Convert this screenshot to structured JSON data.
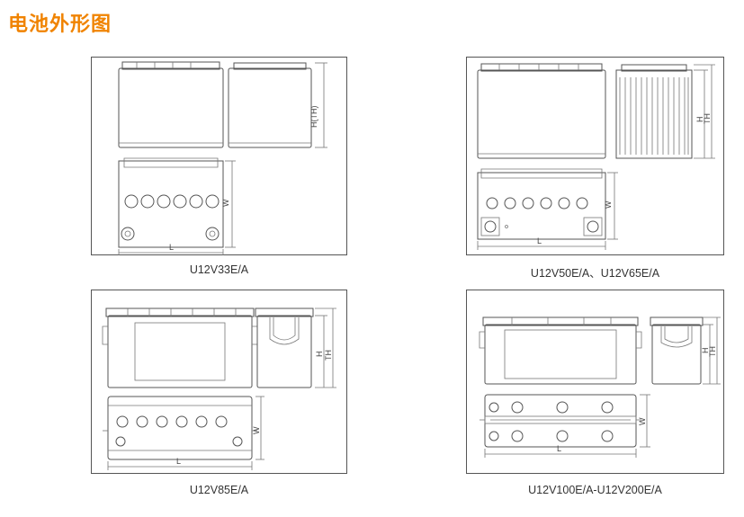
{
  "page": {
    "title": "电池外形图"
  },
  "panels": [
    {
      "caption": "U12V33E/A",
      "height_label": "H(TH)",
      "width_label": "W",
      "length_label": "L"
    },
    {
      "caption": "U12V50E/A、U12V65E/A",
      "height_label": "H",
      "total_height_label": "TH",
      "width_label": "W",
      "length_label": "L"
    },
    {
      "caption": "U12V85E/A",
      "height_label": "H",
      "total_height_label": "TH",
      "width_label": "W",
      "length_label": "L"
    },
    {
      "caption": "U12V100E/A-U12V200E/A",
      "height_label": "H",
      "total_height_label": "TH",
      "width_label": "W",
      "length_label": "L"
    }
  ],
  "colors": {
    "title": "#f08300",
    "drawing": "#555555",
    "caption": "#333333"
  }
}
